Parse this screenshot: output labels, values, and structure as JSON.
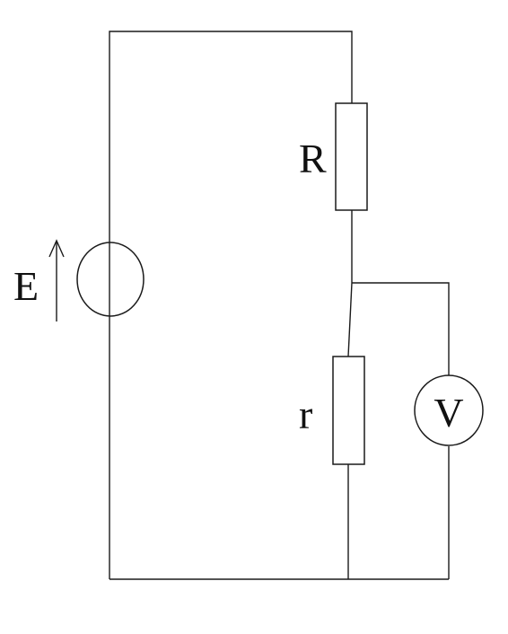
{
  "diagram": {
    "type": "circuit-schematic",
    "components": {
      "source": {
        "label": "E",
        "kind": "voltage-source",
        "arrow": "up"
      },
      "resistor_upper": {
        "label": "R",
        "kind": "resistor"
      },
      "resistor_lower": {
        "label": "r",
        "kind": "resistor"
      },
      "meter": {
        "label": "V",
        "kind": "voltmeter"
      }
    }
  },
  "colors": {
    "line": "#1a1a1a",
    "background": "#ffffff"
  }
}
